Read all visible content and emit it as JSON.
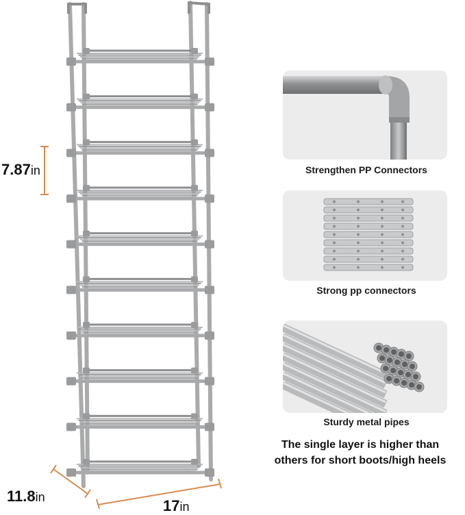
{
  "product": {
    "shelf_count": 10,
    "colors": {
      "frame": "#a9aaab",
      "frame_dark": "#8d8e90",
      "connector": "#9a9b9d",
      "measure_line": "#d98a4e",
      "panel_bg": "#ececec"
    }
  },
  "dimensions": {
    "height": {
      "value": "7.87",
      "unit": "in"
    },
    "depth": {
      "value": "11.8",
      "unit": "in"
    },
    "width": {
      "value": "17",
      "unit": "in"
    }
  },
  "features": [
    {
      "caption": "Strengthen PP Connectors",
      "image": "corner-connector-closeup"
    },
    {
      "caption": "Strong pp connectors",
      "image": "connector-rows"
    },
    {
      "caption": "Sturdy metal pipes",
      "image": "pipe-bundle"
    }
  ],
  "note": {
    "line1": "The single layer is higher than",
    "line2": "others for short boots/high heels"
  }
}
